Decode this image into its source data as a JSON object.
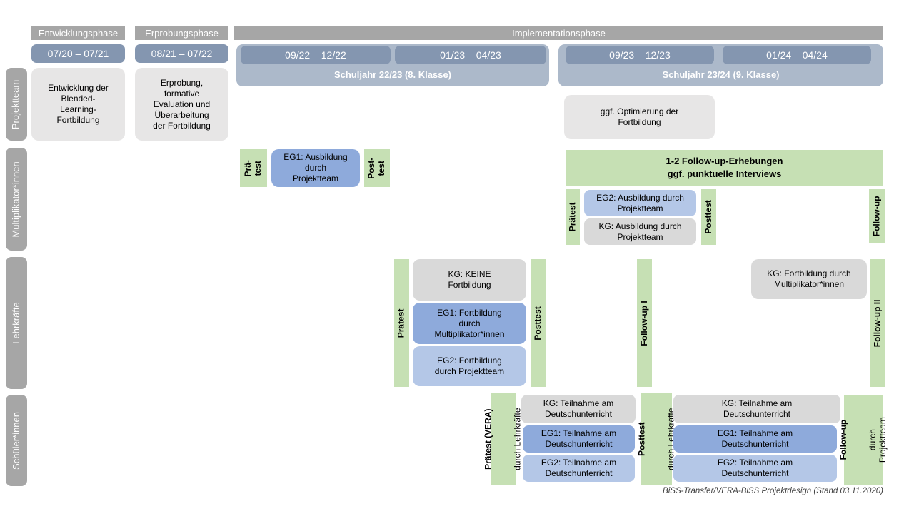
{
  "colors": {
    "phase_bar": "#a6a6a6",
    "rail": "#a6a6a6",
    "period_bar": "#8496b0",
    "year_band": "#acb9ca",
    "box_light": "#e7e6e6",
    "box_kg": "#d9d9d9",
    "box_eg1": "#8eaadb",
    "box_eg2": "#b4c7e7",
    "green": "#c6e0b4"
  },
  "phases": {
    "entwicklung": "Entwicklungsphase",
    "erprobung": "Erprobungsphase",
    "implementation": "Implementationsphase"
  },
  "periods": {
    "p1": "07/20 – 07/21",
    "p2": "08/21 – 07/22",
    "p3": "09/22 – 12/22",
    "p4": "01/23 – 04/23",
    "p5": "09/23 – 12/23",
    "p6": "01/24 – 04/24"
  },
  "school_years": {
    "sy2223": "Schuljahr 22/23 (8. Klasse)",
    "sy2324": "Schuljahr 23/24 (9. Klasse)"
  },
  "rows": {
    "projektteam": "Projektteam",
    "multiplikatoren": "Multiplikator*innen",
    "lehrkraefte": "Lehrkräfte",
    "schueler": "Schüler*innen"
  },
  "projektteam": {
    "entwicklung": "Entwicklung der\nBlended-\nLearning-\nFortbildung",
    "erprobung": "Erprobung,\nformative\nEvaluation und\nÜberarbeitung\nder Fortbildung",
    "optimierung": "ggf. Optimierung der\nFortbildung"
  },
  "multiplikatoren": {
    "praetest_klein": "Prä-\ntest",
    "eg1": "EG1: Ausbildung\ndurch\nProjektteam",
    "posttest_klein": "Post-\ntest",
    "followup_band": "1-2 Follow-up-Erhebungen\nggf. punktuelle Interviews",
    "praetest": "Prätest",
    "eg2": "EG2: Ausbildung durch\nProjektteam",
    "kg": "KG: Ausbildung durch\nProjektteam",
    "posttest": "Posttest",
    "followup": "Follow-up"
  },
  "lehrkraefte": {
    "praetest": "Prätest",
    "kg_keine": "KG: KEINE\nFortbildung",
    "eg1": "EG1: Fortbildung\ndurch\nMultiplikator*innen",
    "eg2": "EG2: Fortbildung\ndurch Projektteam",
    "posttest": "Posttest",
    "followup1": "Follow-up I",
    "kg_fortbildung": "KG: Fortbildung durch\nMultiplikator*innen",
    "followup2": "Follow-up II"
  },
  "schueler": {
    "praetest_bold": "Prätest (VERA)",
    "praetest_sub": "durch Lehrkräfte",
    "kg1": "KG: Teilnahme am\nDeutschunterricht",
    "eg1_1": "EG1: Teilnahme am\nDeutschunterricht",
    "eg2_1": "EG2: Teilnahme am\nDeutschunterricht",
    "posttest_bold": "Posttest",
    "posttest_sub": "durch Lehrkräfte",
    "kg2": "KG: Teilnahme am\nDeutschunterricht",
    "eg1_2": "EG1: Teilnahme am\nDeutschunterricht",
    "eg2_2": "EG2: Teilnahme am\nDeutschunterricht",
    "followup_bold": "Follow-up",
    "followup_sub": "durch\nProjektteam"
  },
  "footer": "BiSS-Transfer/VERA-BiSS Projektdesign (Stand 03.11.2020)"
}
